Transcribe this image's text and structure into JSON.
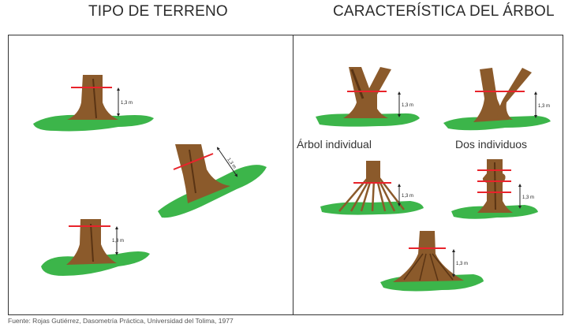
{
  "headings": {
    "left": "TIPO DE TERRENO",
    "right": "CARACTERÍSTICA DEL ÁRBOL"
  },
  "captions": {
    "individual": "Árbol individual",
    "two": "Dos individuos"
  },
  "measure_label": "1,3 m",
  "source": "Fuente: Rojas Gutiérrez, Dasometría Práctica, Universidad del Tolima, 1977",
  "colors": {
    "trunk": "#8b5a2b",
    "trunk_dark": "#5a3414",
    "ground": "#3cb54a",
    "marker": "#e8232b",
    "border": "#333333"
  }
}
